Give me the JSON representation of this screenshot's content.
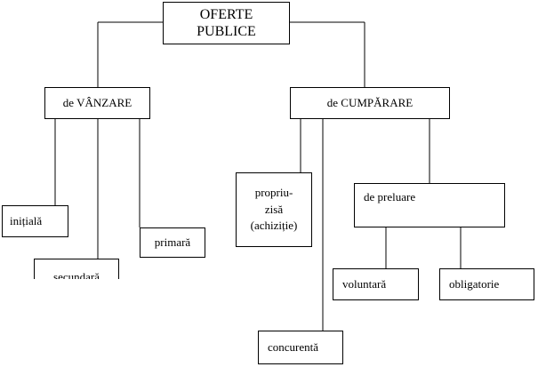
{
  "diagram": {
    "root": {
      "line1": "OFERTE",
      "line2": "PUBLICE"
    },
    "branches": {
      "sale": {
        "label": "de VÂNZARE",
        "children": {
          "initial": "inițială",
          "secondary": "secundară",
          "primary": "primară"
        }
      },
      "purchase": {
        "label": "de CUMPĂRARE",
        "children": {
          "proper": {
            "line1": "propriu-",
            "line2": "zisă",
            "line3": "(achiziție)"
          },
          "competing": "concurentă",
          "takeover": {
            "label": "de preluare",
            "children": {
              "voluntary": "voluntară",
              "mandatory": "obligatorie"
            }
          }
        }
      }
    }
  }
}
